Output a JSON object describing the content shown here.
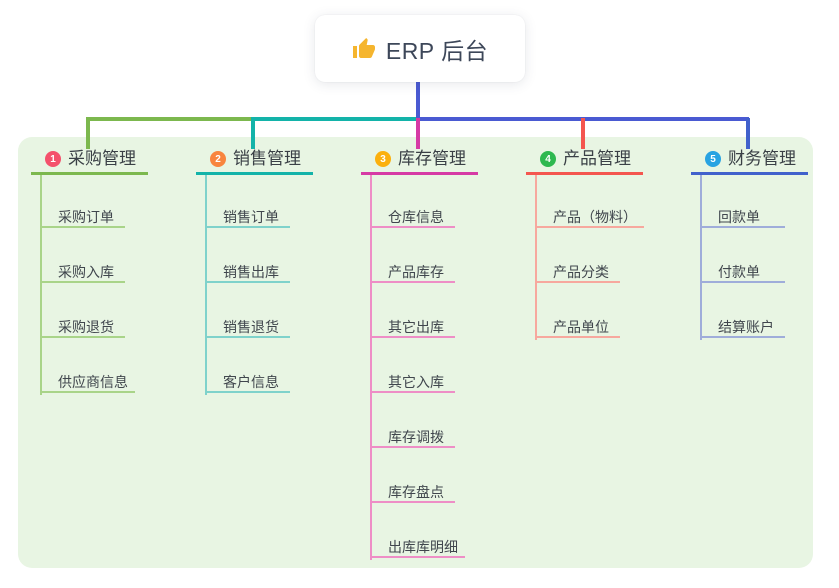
{
  "root": {
    "icon": "thumbs-up",
    "label": "ERP 后台"
  },
  "colors": {
    "root_line": "#4a5ad2",
    "panel_bg": "#e8f5e3"
  },
  "branches": [
    {
      "num": "1",
      "label": "采购管理",
      "badge_color": "#f4516c",
      "line_color": "#7cb84e",
      "sub_color": "#a9d489",
      "children": [
        "采购订单",
        "采购入库",
        "采购退货",
        "供应商信息"
      ]
    },
    {
      "num": "2",
      "label": "销售管理",
      "badge_color": "#f8853e",
      "line_color": "#13b3a9",
      "sub_color": "#7fd2cb",
      "children": [
        "销售订单",
        "销售出库",
        "销售退货",
        "客户信息"
      ]
    },
    {
      "num": "3",
      "label": "库存管理",
      "badge_color": "#fbb00d",
      "line_color": "#d63aa5",
      "sub_color": "#ee8ec6",
      "children": [
        "仓库信息",
        "产品库存",
        "其它出库",
        "其它入库",
        "库存调拨",
        "库存盘点",
        "出库库明细"
      ]
    },
    {
      "num": "4",
      "label": "产品管理",
      "badge_color": "#2eb850",
      "line_color": "#f4564f",
      "sub_color": "#f7a89e",
      "children": [
        "产品（物料）",
        "产品分类",
        "产品单位"
      ]
    },
    {
      "num": "5",
      "label": "财务管理",
      "badge_color": "#29a3e2",
      "line_color": "#4161cc",
      "sub_color": "#9fadda",
      "children": [
        "回款单",
        "付款单",
        "结算账户"
      ]
    }
  ]
}
